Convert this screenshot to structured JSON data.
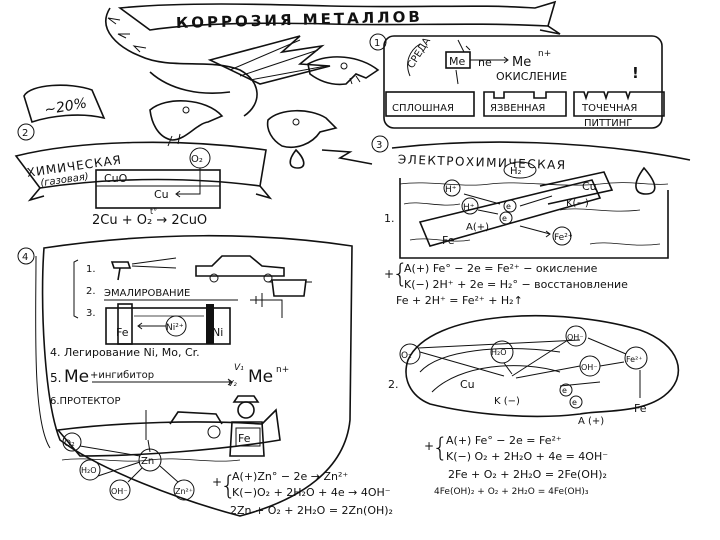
{
  "title": "КОРРОЗИЯ МЕТАЛЛОВ",
  "banner_percent": "~20%",
  "section1": {
    "num": "1",
    "env_label": "СРЕДА",
    "metal": "Me",
    "arrow_electrons": "ne",
    "ion": "Me",
    "ion_charge": "n+",
    "process": "ОКИСЛЕНИЕ",
    "exclaim": "!",
    "types": [
      "СПЛОШНАЯ",
      "ЯЗВЕННАЯ",
      "ТОЧЕЧНАЯ"
    ],
    "pitting": "ПИТТИНГ"
  },
  "section2": {
    "num": "2",
    "title": "ХИМИЧЕСКАЯ",
    "subtitle": "(газовая)",
    "o2": "O₂",
    "cuo": "CuO",
    "cu": "Cu",
    "temp": "t°",
    "equation": "2Cu + O₂ → 2CuO"
  },
  "section3": {
    "num": "3",
    "title": "ЭЛЕКТРОХИМИЧЕСКАЯ",
    "case1": {
      "num": "1.",
      "h2": "H₂",
      "h_ions": [
        "H⁺",
        "H⁺"
      ],
      "e": [
        "e",
        "e"
      ],
      "cu": "Cu",
      "cathode": "K(−)",
      "anode": "A(+)",
      "fe": "Fe",
      "fe_ion": "Fe²⁺",
      "lines": [
        "A(+) Fe° − 2e = Fe²⁺ − окисление",
        "K(−) 2H⁺ + 2e = H₂° − восстановление",
        "Fe + 2H⁺ = Fe²⁺ + H₂↑"
      ]
    },
    "case2": {
      "num": "2.",
      "o2": "O₂",
      "h2o": "H₂O",
      "oh": [
        "OH⁻",
        "OH⁻"
      ],
      "fe_ion": "Fe²⁺",
      "cu": "Cu",
      "cathode": "K (−)",
      "e": [
        "e",
        "e"
      ],
      "anode": "A (+)",
      "fe": "Fe",
      "lines": [
        "A(+) Fe° − 2e = Fe²⁺",
        "K(−) O₂ + 2H₂O + 4e = 4OH⁻",
        "2Fe + O₂ + 2H₂O = 2Fe(OH)₂",
        "4Fe(OH)₂ + O₂ + 2H₂O = 4Fe(OH)₃"
      ]
    }
  },
  "section4": {
    "num": "4",
    "items": [
      "1.",
      "2.",
      "3."
    ],
    "enamel": "ЭМАЛИРОВАНИЕ",
    "fe": "Fe",
    "ni_ion": "Ni²⁺",
    "ni": "Ni",
    "alloy": "4. Легирование  Ni, Mo, Cr.",
    "inhib_num": "5.",
    "inhib_me": "Me",
    "inhib_label": "+ингибитор",
    "inhib_v1": "V₁",
    "inhib_v2": "V₂",
    "inhib_ion": "Me",
    "inhib_charge": "n+",
    "protector": "6.ПРОТЕКТОР",
    "o2": "O₂",
    "h2o": "H₂O",
    "zn": "Zn",
    "oh": "OH⁻",
    "zn_ion": "Zn²⁺",
    "fe_ship": "Fe",
    "lines": [
      "A(+)Zn° − 2e → Zn²⁺",
      "K(−)O₂ + 2H₂O + 4e → 4OH⁻",
      "2Zn + O₂ + 2H₂O = 2Zn(OH)₂"
    ]
  }
}
